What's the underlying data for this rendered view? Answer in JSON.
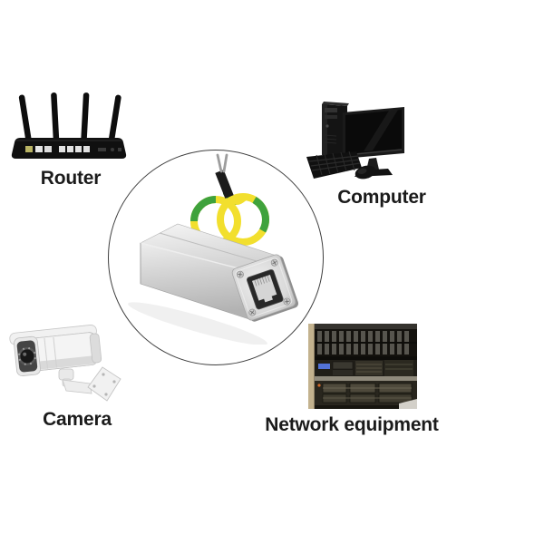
{
  "style": {
    "background": "#ffffff",
    "label_color": "#1b1b1b",
    "circle_stroke": "#3f3f3f"
  },
  "center": {
    "icon": "ethernet-surge-protector-image",
    "body_color": "#d8d8d8",
    "ground_wire_yellow": "#f2df2e",
    "ground_wire_green": "#3fa23c"
  },
  "devices": [
    {
      "id": "router",
      "label": "Router",
      "icon": "wifi-router-icon"
    },
    {
      "id": "computer",
      "label": "Computer",
      "icon": "desktop-computer-icon"
    },
    {
      "id": "camera",
      "label": "Camera",
      "icon": "cctv-camera-icon"
    },
    {
      "id": "network_equipment",
      "label": "Network equipment",
      "icon": "server-rack-icon"
    }
  ]
}
